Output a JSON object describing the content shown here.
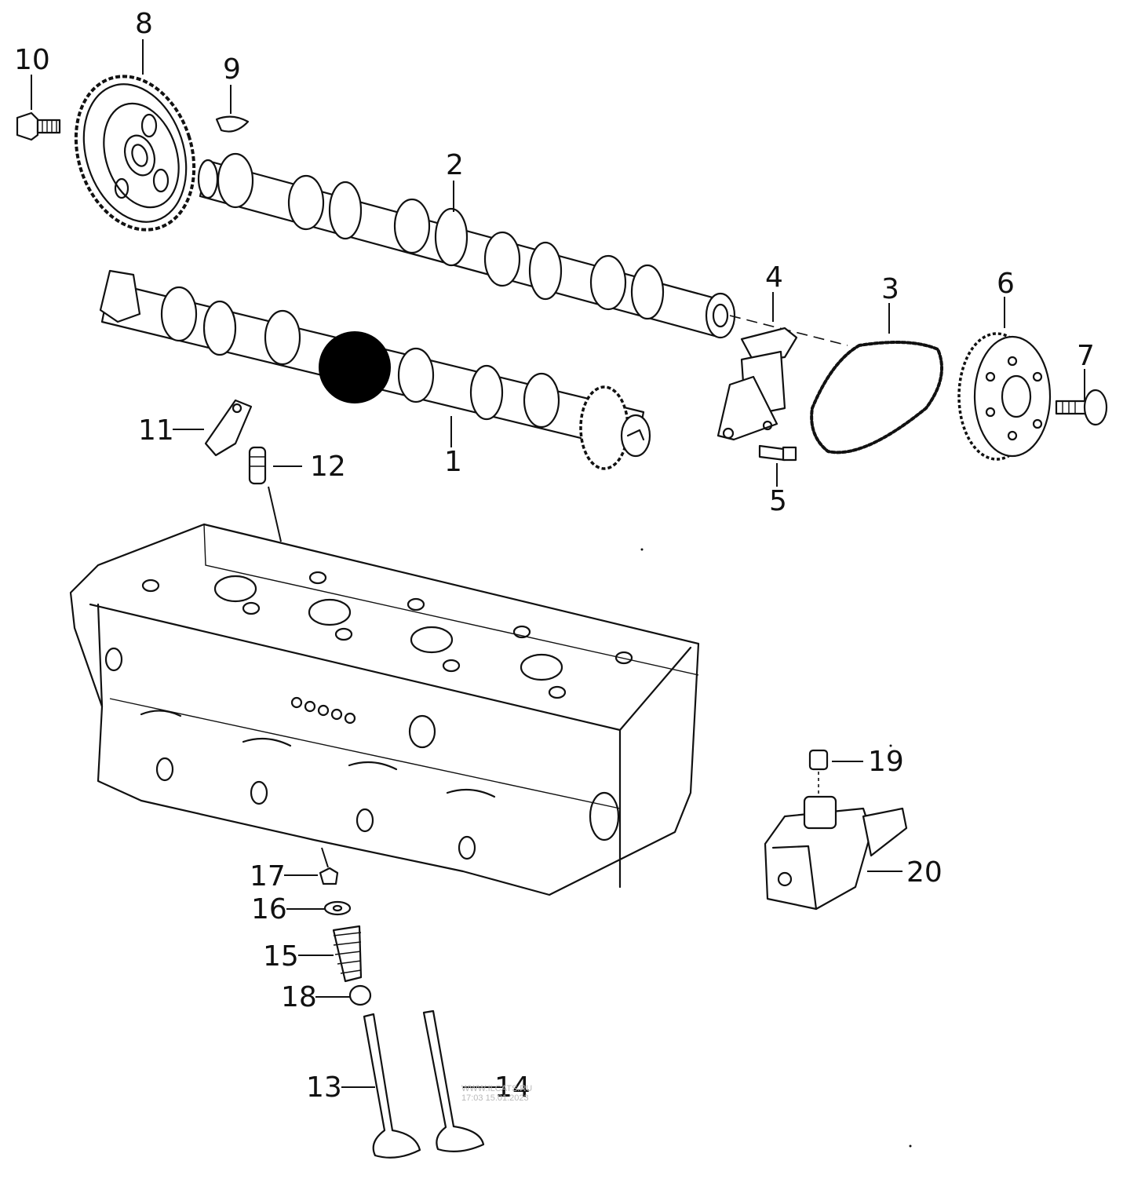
{
  "callouts": {
    "c1": "1",
    "c2": "2",
    "c3": "3",
    "c4": "4",
    "c5": "5",
    "c6": "6",
    "c7": "7",
    "c8": "8",
    "c9": "9",
    "c10": "10",
    "c11": "11",
    "c12": "12",
    "c13": "13",
    "c14": "14",
    "c15": "15",
    "c16": "16",
    "c17": "17",
    "c18": "18",
    "c19": "19",
    "c20": "20"
  },
  "watermark": {
    "line1": "WWW.ILCATS.RU",
    "line2": "17:03 15.01.2023"
  }
}
